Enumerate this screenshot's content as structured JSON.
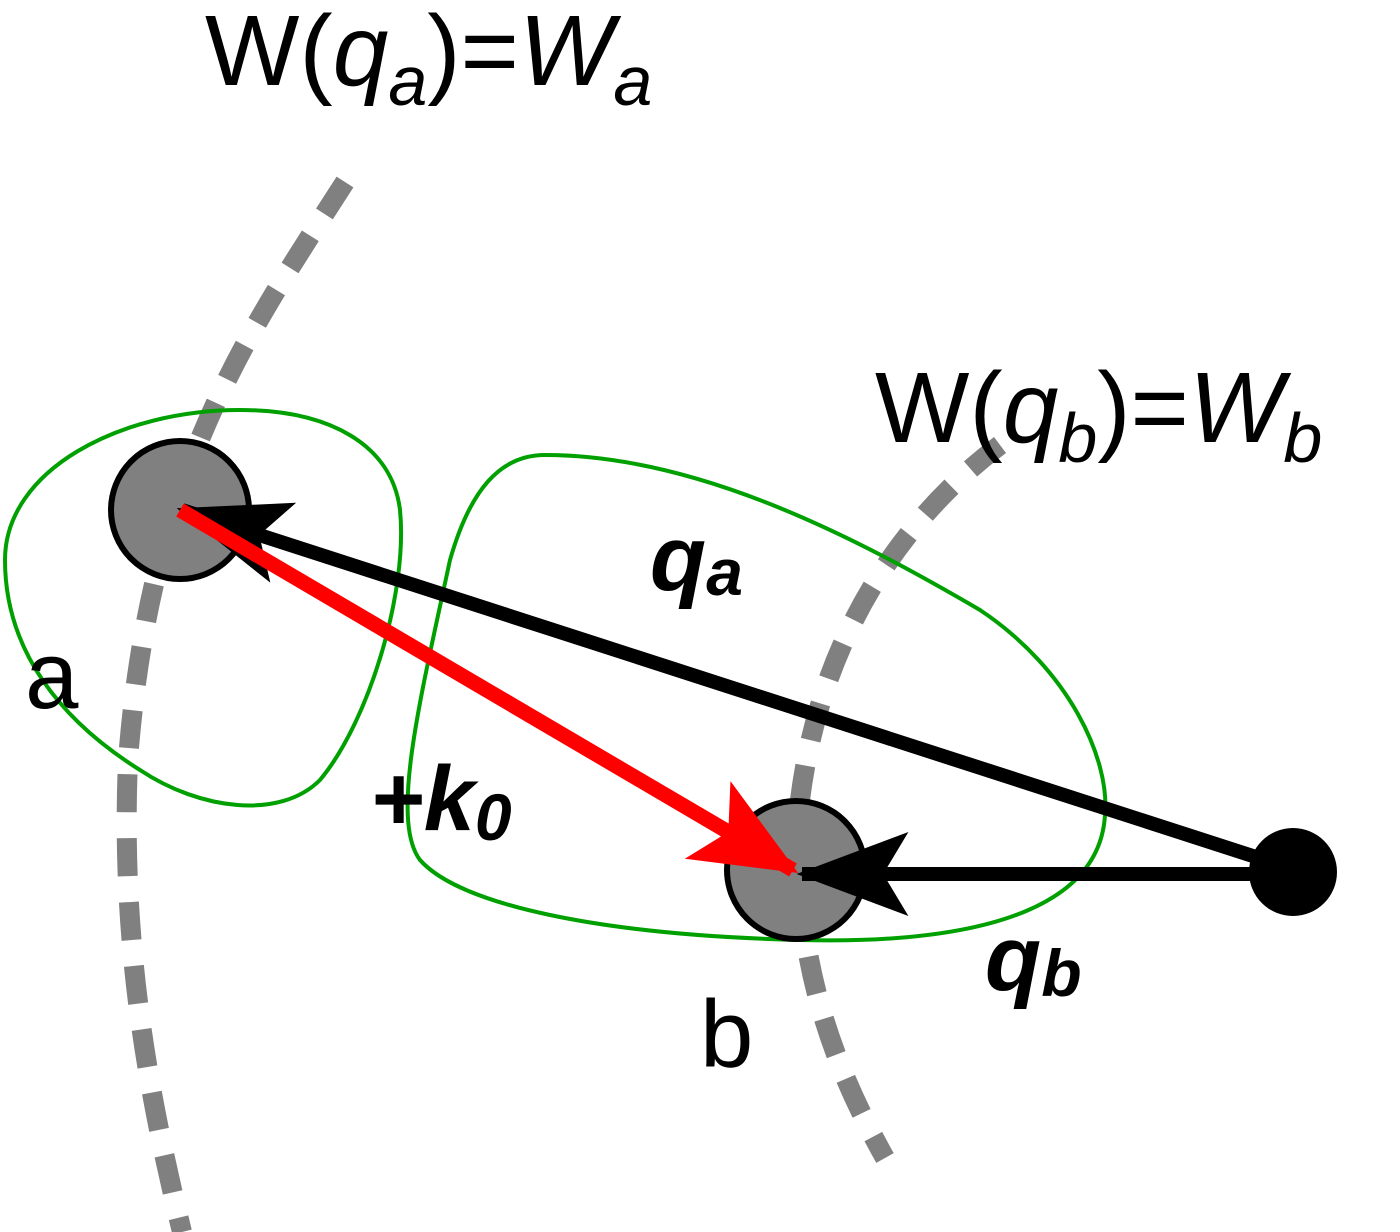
{
  "labels": {
    "contour_a": {
      "func": "W(",
      "var": "q",
      "sub": "a",
      "mid": ")=",
      "rhs": "W",
      "rhs_sub": "a"
    },
    "contour_b": {
      "func": "W(",
      "var": "q",
      "sub": "b",
      "mid": ")=",
      "rhs": "W",
      "rhs_sub": "b"
    },
    "point_a": "a",
    "point_b": "b",
    "vector_qa": {
      "main": "q",
      "sub": "a"
    },
    "vector_qb": {
      "main": "q",
      "sub": "b"
    },
    "vector_k0": {
      "main": "+k",
      "sub": "0"
    }
  },
  "colors": {
    "dashed_contour": "#808080",
    "region_outline": "#00a000",
    "point_fill": "#808080",
    "point_stroke": "#000000",
    "origin": "#000000",
    "q_vectors": "#000000",
    "k0_vector": "#ff0000"
  }
}
